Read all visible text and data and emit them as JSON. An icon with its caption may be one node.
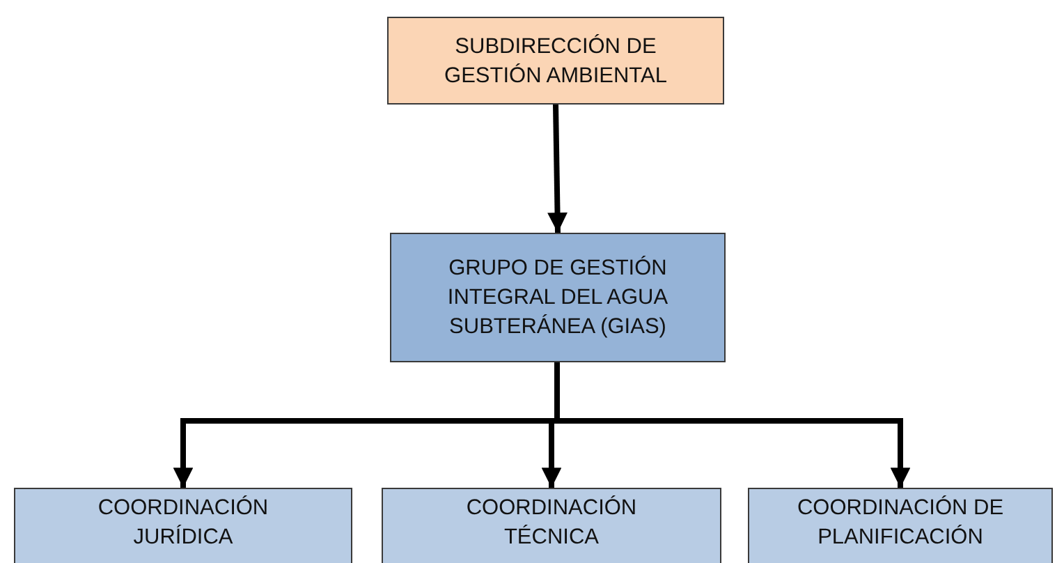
{
  "diagram": {
    "nodes": [
      {
        "text": [
          "SUBDIRECCIÓN DE GESTIÓN AMBIENTAL"
        ]
      },
      {
        "text": [
          "GRUPO DE GESTIÓN INTEGRAL DEL AGUA SUBTERÁNEA (GIAS)"
        ]
      },
      {
        "text": [
          "COORDINACIÓN JURÍDICA"
        ]
      },
      {
        "text": [
          "COORDINACIÓN TÉCNICA"
        ]
      },
      {
        "text": [
          "COORDINACIÓN DE PLANIFICACIÓN"
        ]
      }
    ],
    "edges": [
      {
        "from": 0,
        "to": 1,
        "arrow": "to"
      },
      {
        "from": 1,
        "to": 2,
        "arrow": "to"
      },
      {
        "from": 1,
        "to": 3,
        "arrow": "to"
      },
      {
        "from": 1,
        "to": 4,
        "arrow": "to"
      }
    ]
  }
}
